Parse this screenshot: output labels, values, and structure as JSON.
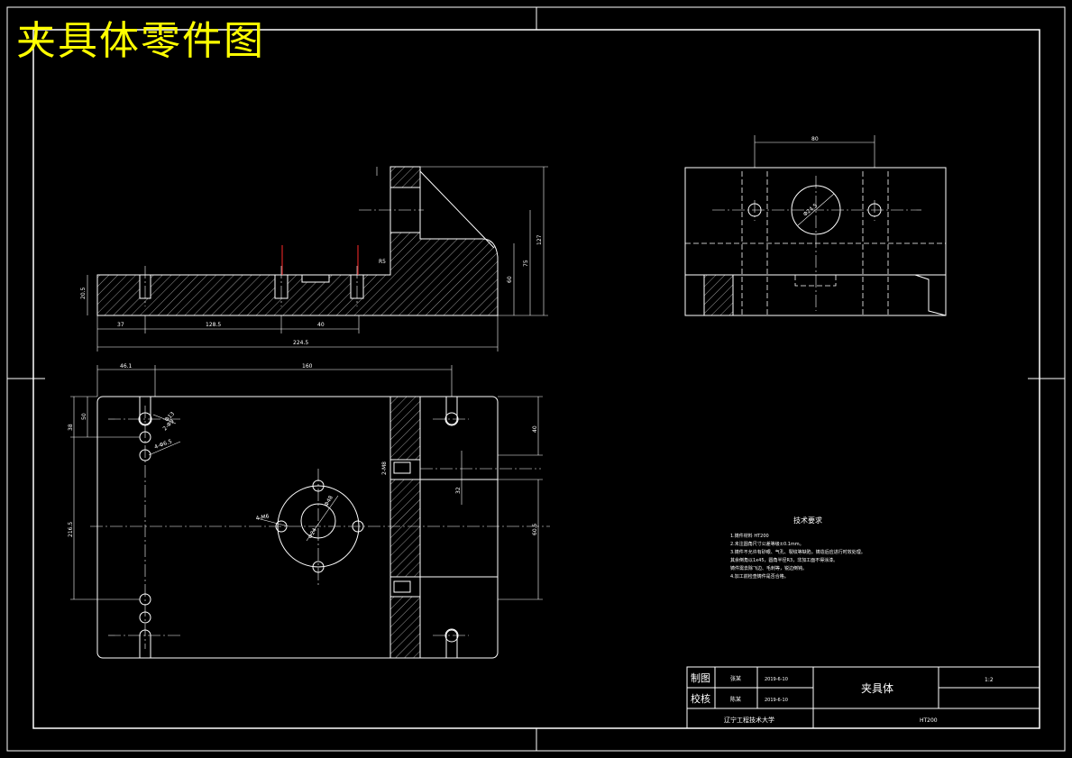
{
  "drawing": {
    "title": "夹具体零件图",
    "title_color": "#ffff00",
    "line_color": "#ffffff",
    "background": "#000000",
    "hatch_color": "#ffffff",
    "red_marks_color": "#ff2a2a"
  },
  "front_view": {
    "dims": {
      "total_length": "224.5",
      "seg1": "37",
      "seg2": "128.5",
      "seg3": "40",
      "left_height": "20.5",
      "height_total": "127",
      "height_a": "75",
      "height_b": "60",
      "chamfer": "R5"
    }
  },
  "side_view": {
    "dims": {
      "width_top": "80",
      "hole_dia": "Φ24.5"
    }
  },
  "plan_view": {
    "dims": {
      "left_offset": "46.1",
      "top_width": "160",
      "left_v1": "38",
      "left_v2": "50",
      "total_height": "216.5",
      "right_v1": "40",
      "right_v2": "60.5",
      "right_v3": "32",
      "hole_label_a": "2-Φ9",
      "hole_label_b": "4-Φ6.5",
      "pcd_label": "Φ48",
      "bolt_circle_label": "4-M6",
      "center_hole": "Φ24",
      "slot_label": "2-M8",
      "pin_hole": "Φ13"
    }
  },
  "tech_requirements": {
    "heading": "技术要求",
    "lines": [
      "1.铸件材料 HT200",
      "2.未注圆角尺寸公差等级±0.1mm。",
      "3.铸件不允许有砂眼、气孔、裂纹等缺陷，铸造后应进行时效处理。",
      "其余倒角以1x45，圆角半径R3，非加工面不得涂漆。",
      "铸件需去除飞边、毛刺等，锐边倒钝。",
      "4.加工前检查铸件是否合格。"
    ]
  },
  "title_block": {
    "drawn_label": "制图",
    "checked_label": "校核",
    "drawn_name": "张某",
    "checked_name": "陈某",
    "drawn_date": "2019-6-10",
    "checked_date": "2019-6-10",
    "part_name": "夹具体",
    "scale": "1:2",
    "school": "辽宁工程技术大学",
    "material": "HT200"
  }
}
